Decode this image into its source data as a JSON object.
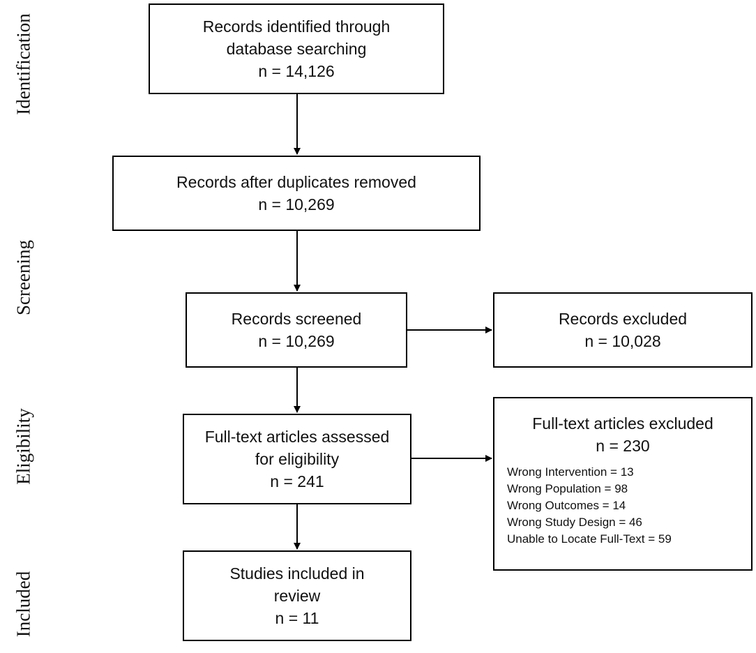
{
  "stages": {
    "identification": "Identification",
    "screening": "Screening",
    "eligibility": "Eligibility",
    "included": "Included"
  },
  "boxes": {
    "identified": {
      "line1": "Records identified through",
      "line2": "database searching",
      "count": "n = 14,126"
    },
    "deduplicated": {
      "line1": "Records after duplicates removed",
      "count": "n = 10,269"
    },
    "screened": {
      "line1": "Records screened",
      "count": "n = 10,269"
    },
    "excluded": {
      "line1": "Records excluded",
      "count": "n = 10,028"
    },
    "fulltext_assessed": {
      "line1": "Full-text articles assessed",
      "line2": "for eligibility",
      "count": "n = 241"
    },
    "fulltext_excluded": {
      "line1": "Full-text articles excluded",
      "count": "n = 230",
      "reasons": [
        "Wrong Intervention = 13",
        "Wrong Population = 98",
        "Wrong Outcomes = 14",
        "Wrong Study Design = 46",
        "Unable to Locate Full-Text = 59"
      ]
    },
    "included": {
      "line1": "Studies included in",
      "line2": "review",
      "count": "n = 11"
    }
  },
  "colors": {
    "stroke": "#000000",
    "background": "#ffffff"
  }
}
